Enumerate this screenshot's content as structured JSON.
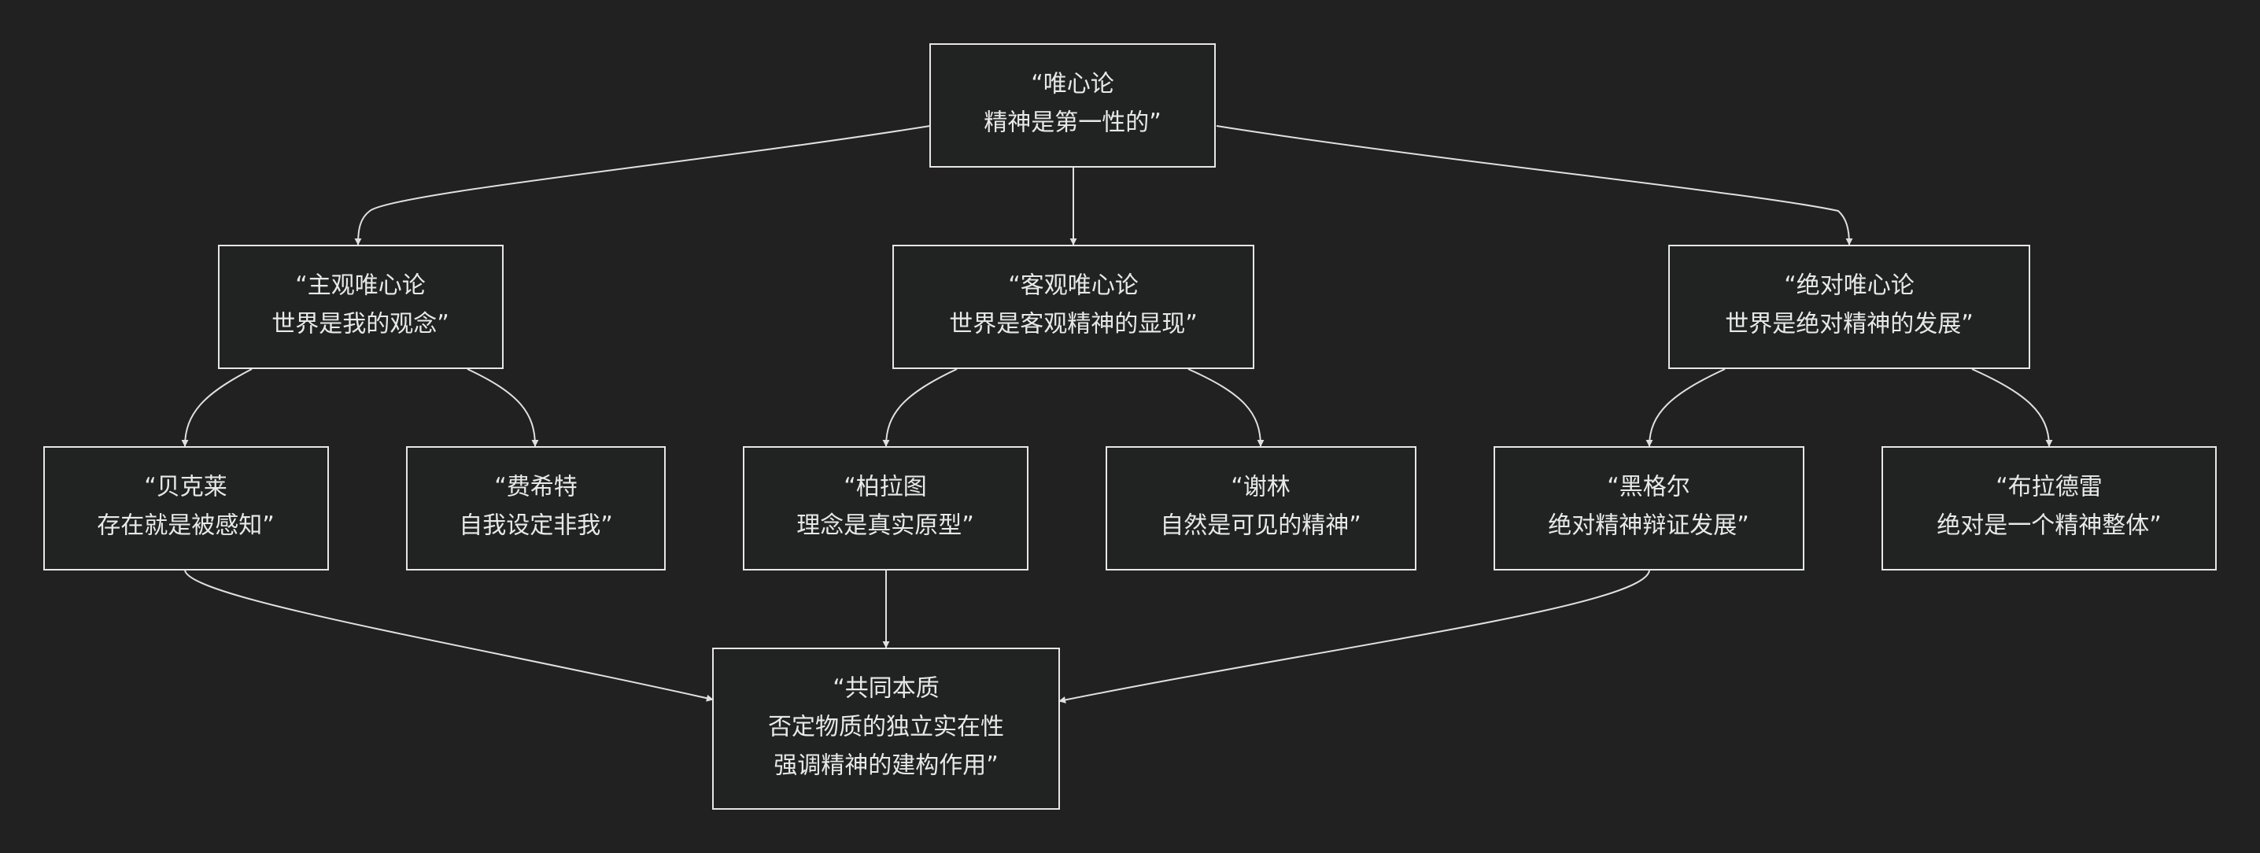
{
  "diagram": {
    "nodes": {
      "idealism": {
        "lines": [
          "“唯心论",
          "精神是第一性的”"
        ]
      },
      "subjective": {
        "lines": [
          "“主观唯心论",
          "世界是我的观念”"
        ]
      },
      "objective": {
        "lines": [
          "“客观唯心论",
          "世界是客观精神的显现”"
        ]
      },
      "absolute": {
        "lines": [
          "“绝对唯心论",
          "世界是绝对精神的发展”"
        ]
      },
      "berkeley": {
        "lines": [
          "“贝克莱",
          "存在就是被感知”"
        ]
      },
      "fichte": {
        "lines": [
          "“费希特",
          "自我设定非我”"
        ]
      },
      "plato": {
        "lines": [
          "“柏拉图",
          "理念是真实原型”"
        ]
      },
      "schelling": {
        "lines": [
          "“谢林",
          "自然是可见的精神”"
        ]
      },
      "hegel": {
        "lines": [
          "“黑格尔",
          "绝对精神辩证发展”"
        ]
      },
      "bradley": {
        "lines": [
          "“布拉德雷",
          "绝对是一个精神整体”"
        ]
      },
      "common": {
        "lines": [
          "“共同本质",
          "否定物质的独立实在性",
          "强调精神的建构作用”"
        ]
      }
    },
    "edges": [
      {
        "from": "idealism",
        "to": "subjective"
      },
      {
        "from": "idealism",
        "to": "objective"
      },
      {
        "from": "idealism",
        "to": "absolute"
      },
      {
        "from": "subjective",
        "to": "berkeley"
      },
      {
        "from": "subjective",
        "to": "fichte"
      },
      {
        "from": "objective",
        "to": "plato"
      },
      {
        "from": "objective",
        "to": "schelling"
      },
      {
        "from": "absolute",
        "to": "hegel"
      },
      {
        "from": "absolute",
        "to": "bradley"
      },
      {
        "from": "berkeley",
        "to": "common"
      },
      {
        "from": "plato",
        "to": "common"
      },
      {
        "from": "hegel",
        "to": "common"
      }
    ]
  }
}
